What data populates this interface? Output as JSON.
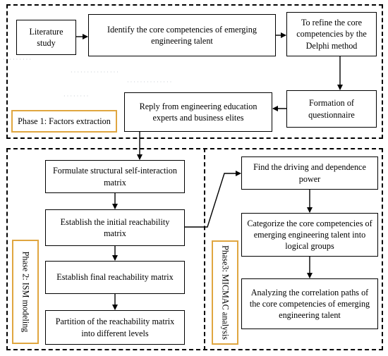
{
  "diagram": {
    "phase1": {
      "label": "Phase 1: Factors extraction",
      "boxes": {
        "literature": "Literature study",
        "identify": "Identify the core competencies of emerging engineering talent",
        "delphi": "To refine the core competencies by the Delphi method",
        "questionnaire": "Formation of questionnaire",
        "reply": "Reply from engineering education experts and business elites"
      }
    },
    "phase2": {
      "label": "Phase 2: ISM modeling",
      "boxes": {
        "ssim": "Formulate structural self-interaction matrix",
        "initial_rm": "Establish the initial reachability matrix",
        "final_rm": "Establish final reachability matrix",
        "partition": "Partition of the reachability matrix into different levels"
      }
    },
    "phase3": {
      "label": "Phase3: MICMAC analysis",
      "boxes": {
        "driving": "Find the driving and dependence power",
        "categorize": "Categorize the core competencies of emerging engineering talent into logical groups",
        "correlation": "Analyzing the correlation paths of the core competencies of emerging engineering talent"
      }
    },
    "colors": {
      "box_border": "#000000",
      "phase_label_border": "#e0a640",
      "background": "#ffffff"
    }
  }
}
